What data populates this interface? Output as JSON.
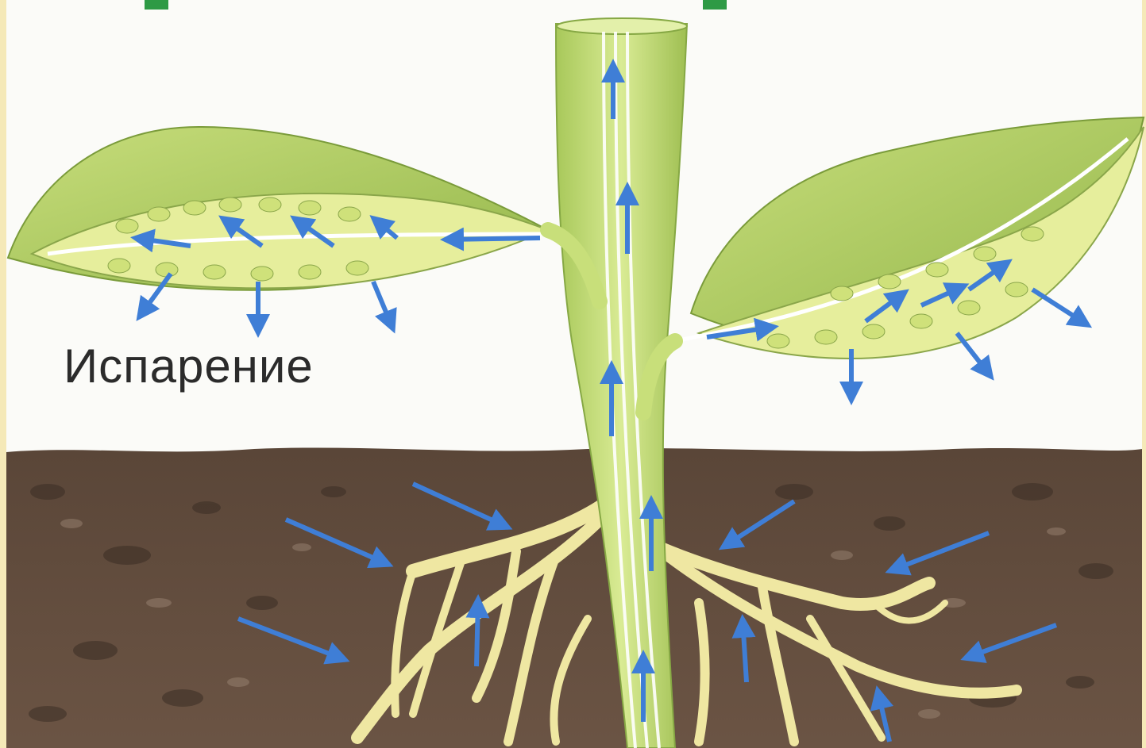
{
  "diagram": {
    "label": "Испарение",
    "colors": {
      "page_border": "#f5e9b8",
      "sky": "#fbfbf8",
      "soil_dark": "#4a3a2e",
      "soil_light": "#8c7563",
      "leaf_top": "#b8d06a",
      "leaf_cells": "#e6ee9c",
      "stem": "#c8df7a",
      "root": "#efe7a2",
      "arrow": "#3f7ed6",
      "tab": "#2e9a45"
    },
    "icons": [
      "water-arrow-icon",
      "leaf-left",
      "leaf-right",
      "stem",
      "roots",
      "soil",
      "sky"
    ]
  }
}
